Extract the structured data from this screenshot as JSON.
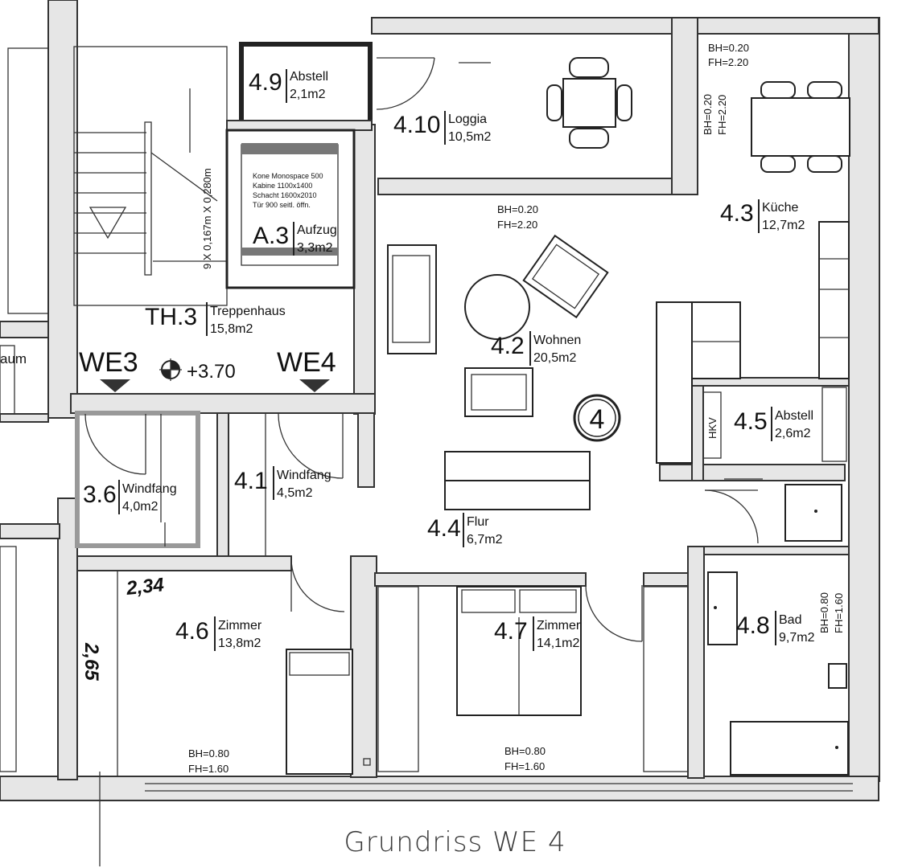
{
  "rooms": {
    "abstell_49": {
      "number": "4.9",
      "name": "Abstell",
      "area": "2,1m2"
    },
    "loggia": {
      "number": "4.10",
      "name": "Loggia",
      "area": "10,5m2"
    },
    "kueche": {
      "number": "4.3",
      "name": "Küche",
      "area": "12,7m2"
    },
    "aufzug": {
      "number": "A.3",
      "name": "Aufzug",
      "area": "3,3m2"
    },
    "treppenhaus": {
      "number": "TH.3",
      "name": "Treppenhaus",
      "area": "15,8m2"
    },
    "wohnen": {
      "number": "4.2",
      "name": "Wohnen",
      "area": "20,5m2"
    },
    "abstell_45": {
      "number": "4.5",
      "name": "Abstell",
      "area": "2,6m2"
    },
    "windfang_41": {
      "number": "4.1",
      "name": "Windfang",
      "area": "4,5m2"
    },
    "windfang_36": {
      "number": "3.6",
      "name": "Windfang",
      "area": "4,0m2"
    },
    "flur": {
      "number": "4.4",
      "name": "Flur",
      "area": "6,7m2"
    },
    "zimmer_46": {
      "number": "4.6",
      "name": "Zimmer",
      "area": "13,8m2"
    },
    "zimmer_47": {
      "number": "4.7",
      "name": "Zimmer",
      "area": "14,1m2"
    },
    "bad": {
      "number": "4.8",
      "name": "Bad",
      "area": "9,7m2"
    }
  },
  "window_heights": {
    "kitchen_top": [
      "BH=0.20",
      "FH=2.20"
    ],
    "kitchen_side": [
      "BH=0.20",
      "FH=2.20"
    ],
    "living": [
      "BH=0.20",
      "FH=2.20"
    ],
    "zimmer_46": [
      "BH=0.80",
      "FH=1.60"
    ],
    "zimmer_47": [
      "BH=0.80",
      "FH=1.60"
    ],
    "bad": [
      "BH=0.80",
      "FH=1.60"
    ]
  },
  "elevator_spec": [
    "Kone Monospace 500",
    "Kabine 1100x1400",
    "Schacht 1600x2010",
    "Tür 900 seitl. öffn."
  ],
  "stair_dimension": "9 X 0,167m X 0,280m",
  "units": {
    "left": "WE3",
    "right": "WE4"
  },
  "level_marker": "+3.70",
  "unit_circle": "4",
  "hkv_label": "HKV",
  "partial_left_label": "aum",
  "handwritten": {
    "measure_1": "2,34",
    "measure_2": "2,65"
  },
  "caption": "Grundriss WE 4"
}
